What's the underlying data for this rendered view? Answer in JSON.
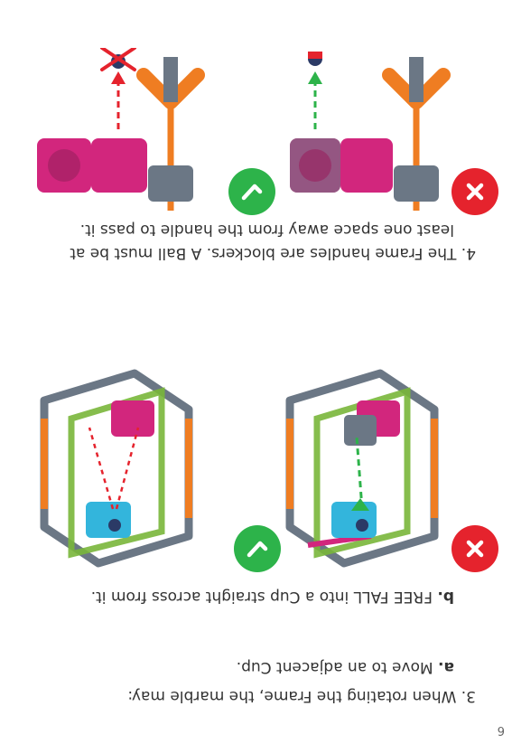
{
  "page_number": "6",
  "step3": {
    "intro": "3. When rotating the Frame, the marble may:",
    "a_letter": "a.",
    "a_text": "Move to an adjacent Cup.",
    "b_letter": "b.",
    "b_text": "FREE FALL into a Cup straight across from it."
  },
  "step4": {
    "line1": "4. The Frame handles are blockers. A Ball must be at",
    "line2": "least one space away from the handle to pass it."
  },
  "icons": {
    "check": "check-icon",
    "cross": "cross-icon"
  },
  "colors": {
    "correct": "#2db34a",
    "wrong": "#e5232d",
    "frame_gray": "#6b7785",
    "orange": "#ef7d22",
    "green": "#79b63a",
    "magenta": "#d2267d",
    "cyan": "#33b5dc",
    "dashed_green": "#2db34a",
    "dashed_red": "#e5232d"
  }
}
